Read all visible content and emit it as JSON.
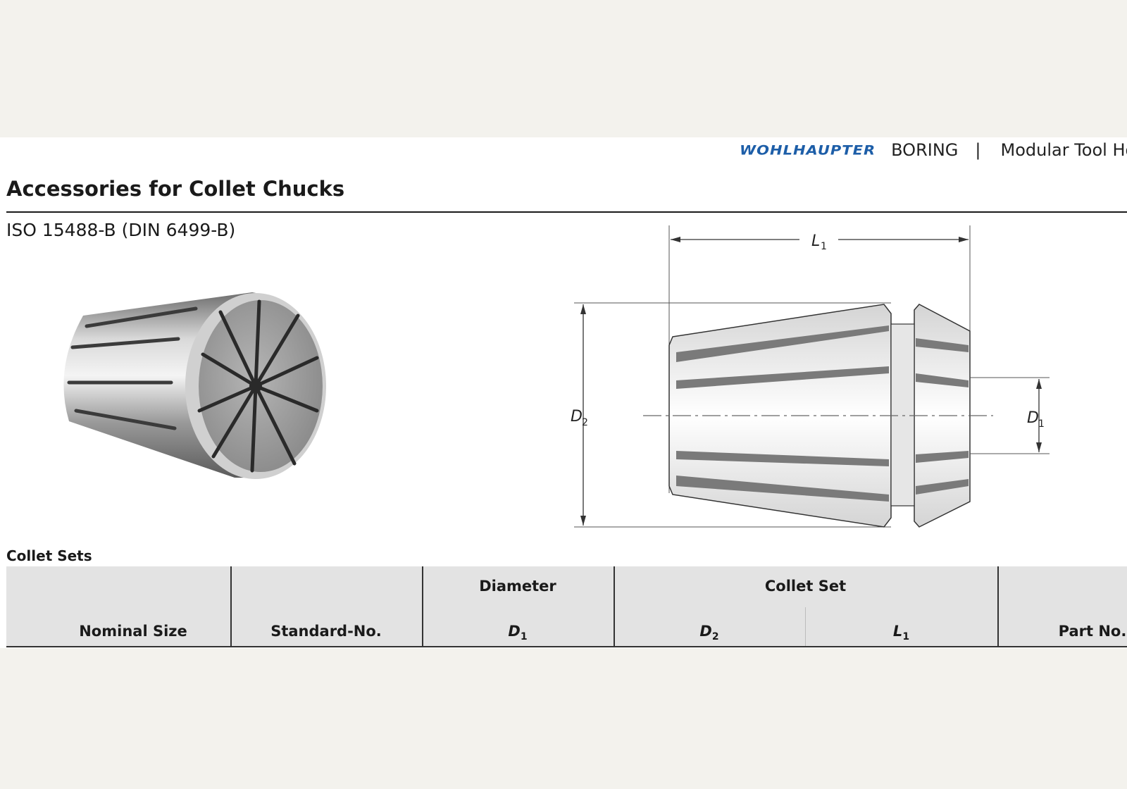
{
  "header": {
    "brand": "WOHLHAUPTER",
    "category": "BORING",
    "separator": "|",
    "subcategory": "Modular Tool Holder"
  },
  "page_title": "Accessories for Collet Chucks",
  "standard": "ISO 15488-B (DIN 6499-B)",
  "drawing": {
    "labels": {
      "L1": "L",
      "D1": "D",
      "D2": "D"
    },
    "subscripts": {
      "L1": "1",
      "D1": "1",
      "D2": "2"
    }
  },
  "table": {
    "caption": "Collet Sets",
    "columns": {
      "nominal_size": "Nominal Size",
      "standard_no": "Standard-No.",
      "diameter_group": "Diameter",
      "d1": "D",
      "d1_sub": "1",
      "collet_set_group": "Collet Set",
      "d2": "D",
      "d2_sub": "2",
      "l1": "L",
      "l1_sub": "1",
      "part_no": "Part No."
    }
  },
  "colors": {
    "brand_blue": "#1d5ea8",
    "table_header_bg": "#e3e3e3",
    "page_bg": "#f3f2ed"
  }
}
